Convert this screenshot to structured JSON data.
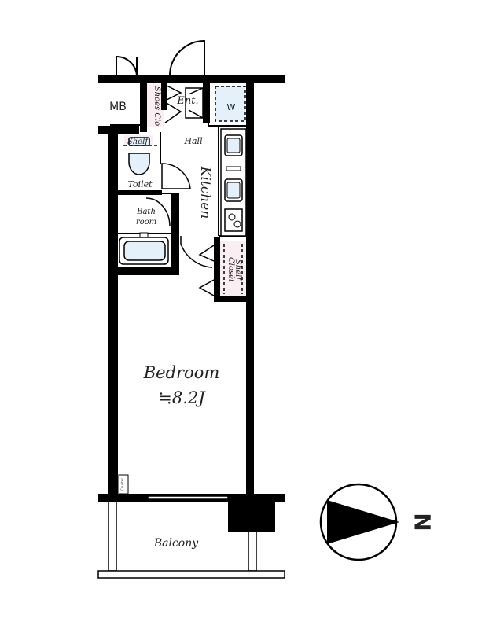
{
  "rooms": {
    "mb": "MB",
    "shoes_closet": "Shoes Clo",
    "entrance": "Ent.",
    "washer": "W",
    "shelf_toilet": "Shelf",
    "hall": "Hall",
    "kitchen": "Kitchen",
    "toilet": "Toilet",
    "bathroom_line1": "Bath",
    "bathroom_line2": "room",
    "shelf_closet_line1": "Shelf",
    "shelf_closet_line2": "Closet",
    "bedroom": "Bedroom",
    "bedroom_size": "≒8.2J",
    "balcony": "Balcony",
    "counter": "Counter"
  },
  "compass": {
    "direction": "N"
  }
}
